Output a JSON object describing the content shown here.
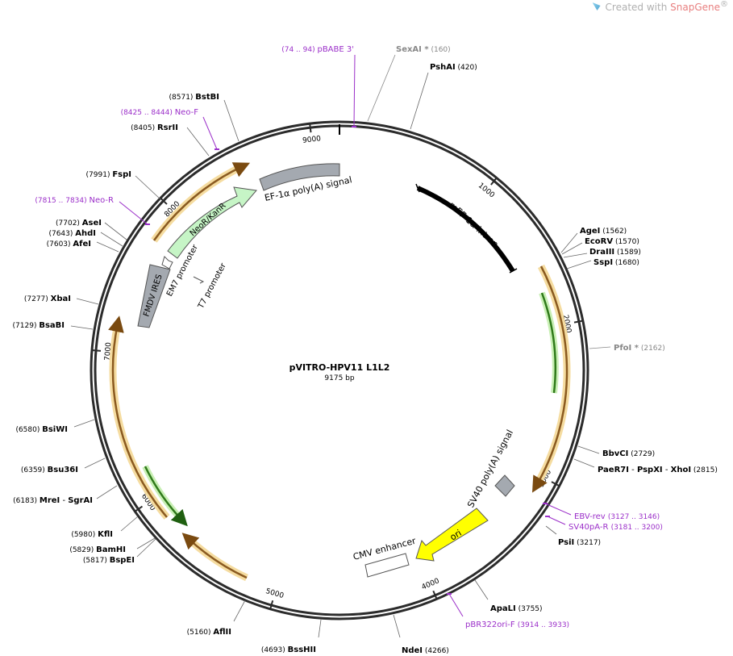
{
  "watermark": {
    "prefix": "Created with ",
    "brand": "SnapGene",
    "suffix": "®"
  },
  "plasmid": {
    "name": "pVITRO-HPV11 L1L2",
    "length_label": "9175 bp",
    "length": 9175
  },
  "tick_labels": [
    "1000",
    "2000",
    "3000",
    "4000",
    "5000",
    "6000",
    "7000",
    "8000",
    "9000"
  ],
  "sites": [
    {
      "name": "SexAI *",
      "pos": "(160)",
      "gray": true
    },
    {
      "name": "PshAI",
      "pos": "(420)"
    },
    {
      "name": "AgeI",
      "pos": "(1562)"
    },
    {
      "name": "EcoRV",
      "pos": "(1570)"
    },
    {
      "name": "DraIII",
      "pos": "(1589)"
    },
    {
      "name": "SspI",
      "pos": "(1680)"
    },
    {
      "name": "PfoI *",
      "pos": "(2162)",
      "gray": true
    },
    {
      "name": "BbvCI",
      "pos": "(2729)"
    },
    {
      "name": "PaeR7I",
      "name2": "PspXI",
      "name3": "XhoI",
      "pos": "(2815)"
    },
    {
      "name": "PsiI",
      "pos": "(3217)"
    },
    {
      "name": "ApaLI",
      "pos": "(3755)"
    },
    {
      "name": "NdeI",
      "pos": "(4266)"
    },
    {
      "name": "BssHII",
      "pos": "(4693)"
    },
    {
      "name": "AflII",
      "pos": "(5160)"
    },
    {
      "name": "BspEI",
      "pos": "(5817)"
    },
    {
      "name": "BamHI",
      "pos": "(5829)"
    },
    {
      "name": "KflI",
      "pos": "(5980)"
    },
    {
      "name": "MreI",
      "name2": "SgrAI",
      "pos": "(6183)"
    },
    {
      "name": "Bsu36I",
      "pos": "(6359)"
    },
    {
      "name": "BsiWI",
      "pos": "(6580)"
    },
    {
      "name": "BsaBI",
      "pos": "(7129)"
    },
    {
      "name": "XbaI",
      "pos": "(7277)"
    },
    {
      "name": "AfeI",
      "pos": "(7603)"
    },
    {
      "name": "AhdI",
      "pos": "(7643)"
    },
    {
      "name": "AseI",
      "pos": "(7702)"
    },
    {
      "name": "FspI",
      "pos": "(7991)"
    },
    {
      "name": "RsrII",
      "pos": "(8405)"
    },
    {
      "name": "BstBI",
      "pos": "(8571)"
    }
  ],
  "primers": [
    {
      "name": "pBABE 3'",
      "range": "(74 .. 94)"
    },
    {
      "name": "EBV-rev",
      "range": "(3127 .. 3146)"
    },
    {
      "name": "SV40pA-R",
      "range": "(3181 .. 3200)"
    },
    {
      "name": "pBR322ori-F",
      "range": "(3914 .. 3933)"
    },
    {
      "name": "Neo-R",
      "range": "(7815 .. 7834)"
    },
    {
      "name": "Neo-F",
      "range": "(8425 .. 8444)"
    }
  ],
  "features": {
    "mef_intron": "mEF-1α intron",
    "sv40_polya": "SV40 poly(A) signal",
    "ori": "ori",
    "cmv_enhancer": "CMV enhancer",
    "ef_polya": "EF-1α poly(A) signal",
    "neo_kanr": "NeoR/KanR",
    "em7": "EM7 promoter",
    "t7": "T7 promoter",
    "fmdv_ires": "FMDV IRES"
  },
  "colors": {
    "backbone": "#2b2b2b",
    "orf_orange": "#f0b35a",
    "orf_green": "#63b44a",
    "neo_fill": "#c6f5c6",
    "polya_gray": "#a4a9b0",
    "ori_yellow": "#ffff00",
    "primer_purple": "#9b2fc9",
    "gray_site": "#888888"
  }
}
